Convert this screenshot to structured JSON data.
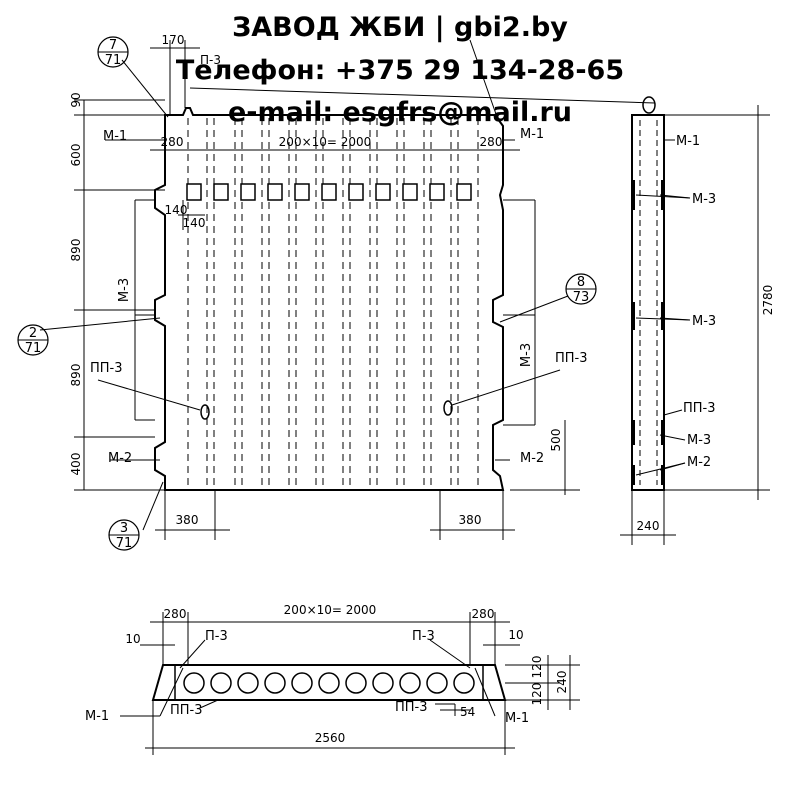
{
  "header": {
    "line1": "ЗАВОД ЖБИ | gbi2.by",
    "line2": "Телефон: +375 29 134-28-65",
    "line3": "e-mail: esgfrs@mail.ru"
  },
  "front_view": {
    "top_dims": {
      "d170": "170",
      "d280_left": "280",
      "d280_right": "280",
      "pitch": "200×10= 2000",
      "d140_a": "140",
      "d140_b": "140"
    },
    "vertical_dims": [
      "90",
      "600",
      "890",
      "890",
      "400"
    ],
    "bottom_dims": {
      "left": "380",
      "right": "380"
    },
    "marks": {
      "m1_left": "М-1",
      "m1_right": "М-1",
      "m2_left": "М-2",
      "m2_right": "М-2",
      "m3_left": "М-3",
      "m3_right": "М-3",
      "pp3_left": "ПП-3",
      "pp3_right": "ПП-3",
      "p3_top": "П-3"
    },
    "callouts": [
      {
        "top": "7",
        "bottom": "71"
      },
      {
        "top": "2",
        "bottom": "71"
      },
      {
        "top": "3",
        "bottom": "71"
      },
      {
        "top": "8",
        "bottom": "73"
      }
    ],
    "dim_500": "500"
  },
  "side_view": {
    "height": "2780",
    "width": "240",
    "marks": [
      "М-1",
      "М-3",
      "М-3",
      "ПП-3",
      "М-3",
      "М-2"
    ]
  },
  "plan_view": {
    "top_dims": {
      "d280_left": "280",
      "pitch": "200×10= 2000",
      "d280_right": "280"
    },
    "d10_left": "10",
    "d10_right": "10",
    "right_dims": {
      "d120_a": "120",
      "d120_b": "120",
      "d240": "240"
    },
    "length": "2560",
    "d54": "54",
    "marks": {
      "p3_left": "П-3",
      "p3_right": "П-3",
      "pp3_left": "ПП-3",
      "pp3_right": "ПП-3",
      "m1_left": "М-1",
      "m1_right": "М-1"
    }
  }
}
